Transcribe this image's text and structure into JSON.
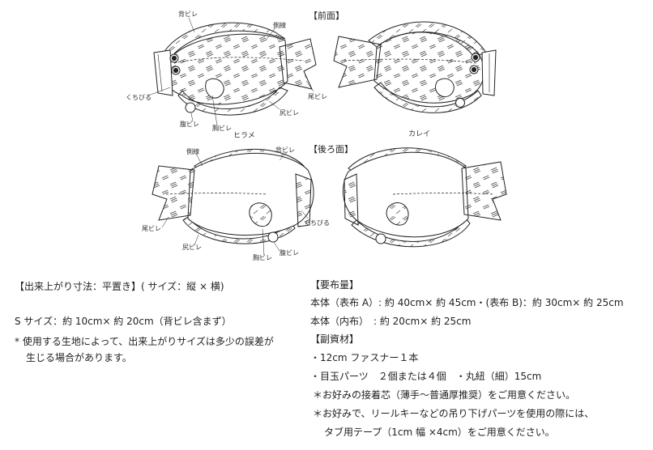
{
  "diagram": {
    "front_heading": "【前面】",
    "back_heading": "【後ろ面】",
    "hirame_name": "ヒラメ",
    "karei_name": "カレイ",
    "front_labels": {
      "sebire": "背ビレ",
      "sokusen": "側線",
      "kuchibiru": "くちびる",
      "obire": "尾ビレ",
      "shiribire": "尻ビレ",
      "harabire": "腹ビレ",
      "munabire": "胸ビレ"
    },
    "back_labels": {
      "sokusen": "側線",
      "sebire": "背ビレ",
      "obire": "尾ビレ",
      "kuchibiru": "くちびる",
      "shiribire": "尻ビレ",
      "munabire": "胸ビレ",
      "harabire": "腹ビレ"
    }
  },
  "size_info": {
    "heading": "【出来上がり寸法：平置き】( サイズ：縦 × 横)",
    "s_size": "S サイズ：約 10cm× 約 20cm（背ビレ含まず）",
    "note_line1": "* 使用する生地によって、出来上がりサイズは多少の誤差が",
    "note_line2": "生じる場合があります。"
  },
  "materials": {
    "fabric_heading": "【要布量】",
    "fabric_line1": "本体（表布 A）: 約 40cm× 約 45cm・(表布 B)：約 30cm× 約 25cm",
    "fabric_line2": "本体（内布）　: 約 20cm× 約 25cm",
    "sub_heading": "【副資材】",
    "item1": "・12cm ファスナー１本",
    "item2": "・目玉パーツ　２個または４個　・丸紐（細）15cm",
    "note1": "＊お好みの接着芯（薄手〜普通厚推奨）をご用意ください。",
    "note2_line1": "＊お好みで、リールキーなどの吊り下げパーツを使用の際には、",
    "note2_line2": "タブ用テープ（1cm 幅 ×4cm）をご用意ください。"
  }
}
